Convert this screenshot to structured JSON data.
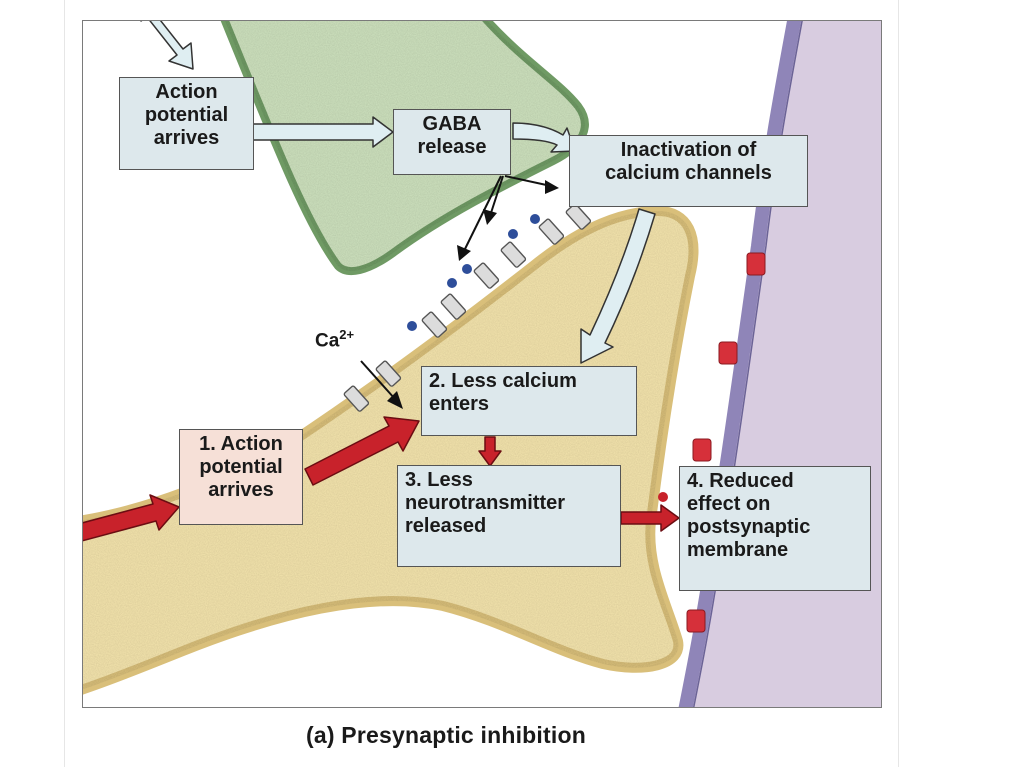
{
  "diagram": {
    "caption": "(a) Presynaptic inhibition",
    "ion_label_base": "Ca",
    "ion_label_charge": "2+",
    "boxes": {
      "action_potential_arrives": [
        "Action",
        "potential",
        "arrives"
      ],
      "gaba_release": [
        "GABA",
        "release"
      ],
      "inactivation": [
        "Inactivation of",
        "calcium channels"
      ],
      "step1": [
        "1. Action",
        "potential",
        "arrives"
      ],
      "step2": [
        "2. Less calcium",
        "enters"
      ],
      "step3": [
        "3. Less",
        "neurotransmitter",
        "released"
      ],
      "step4": [
        "4. Reduced",
        "effect on",
        "postsynaptic",
        "membrane"
      ]
    },
    "colors": {
      "axon_terminal": "#f6e6ae",
      "axon_outline": "#d9bf7a",
      "gaba_terminal": "#cfe3bf",
      "gaba_outline": "#6f9a64",
      "postsynaptic_cell": "#d8cce0",
      "postsynaptic_membrane": "#8f85b8",
      "receptor": "#d6303a",
      "gaba_molecule": "#2e4e9a",
      "channel": "#dcdcdc",
      "red_arrow": "#c8222b",
      "light_arrow": "#dfeef2",
      "box_grey": "#dde8ec",
      "box_pink": "#f6e0d7"
    }
  }
}
